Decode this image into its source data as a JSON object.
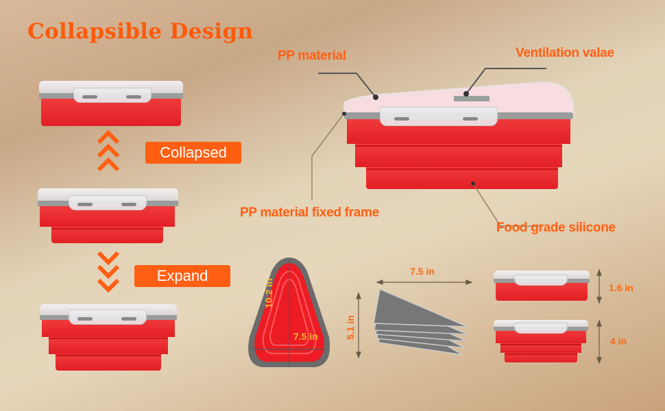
{
  "title": "Collapsible Design",
  "states": {
    "collapsed_label": "Collapsed",
    "expand_label": "Expand"
  },
  "callouts": {
    "pp_material": "PP material",
    "ventilation": "Ventilation valae",
    "fixed_frame": "PP material fixed frame",
    "silicone": "Food grade silicone"
  },
  "dimensions": {
    "top_view_length": "10.2 in",
    "top_view_width": "7.5 in",
    "stack_width": "7.5 in",
    "stack_height": "5.1 in",
    "collapsed_height": "1.6 in",
    "expanded_height": "4 in"
  },
  "colors": {
    "accent": "#ff5f12",
    "silicone_red": "#e8262c",
    "lid_gray": "#9a9c9c"
  }
}
